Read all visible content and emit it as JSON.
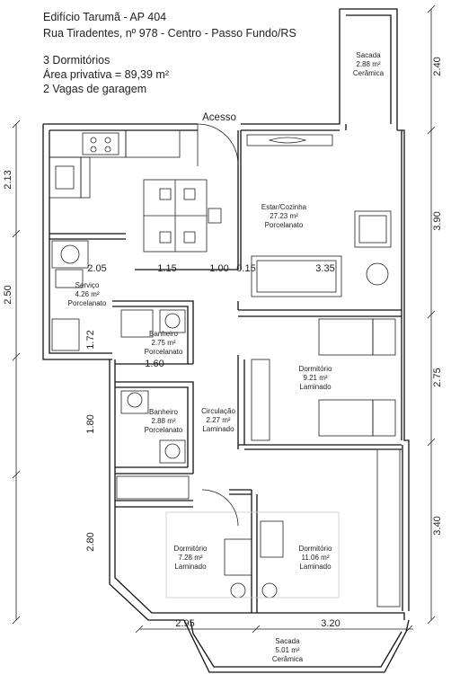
{
  "header": {
    "building": "Edifício Tarumã - AP 404",
    "address": "Rua Tiradentes, nº 978 - Centro - Passo Fundo/RS",
    "bedrooms": "3 Dormitórios",
    "area": "Área privativa = 89,39 m²",
    "parking": "2 Vagas de garagem"
  },
  "access_label": "Acesso",
  "rooms": {
    "sacada_top": {
      "name": "Sacada",
      "area": "2.88 m²",
      "finish": "Cerâmica"
    },
    "estar": {
      "name": "Estar/Cozinha",
      "area": "27.23 m²",
      "finish": "Porcelanato"
    },
    "servico": {
      "name": "Serviço",
      "area": "4.26 m²",
      "finish": "Porcelanato"
    },
    "banheiro1": {
      "name": "Banheiro",
      "area": "2.75 m²",
      "finish": "Porcelanato"
    },
    "dorm1": {
      "name": "Dormitório",
      "area": "9.21 m²",
      "finish": "Laminado"
    },
    "banheiro2": {
      "name": "Banheiro",
      "area": "2.88 m²",
      "finish": "Porcelanato"
    },
    "circulacao": {
      "name": "Circulação",
      "area": "2.27 m²",
      "finish": "Laminado"
    },
    "dorm2": {
      "name": "Dormitório",
      "area": "7.28 m²",
      "finish": "Laminado"
    },
    "dorm3": {
      "name": "Dormitório",
      "area": "11.06 m²",
      "finish": "Laminado"
    },
    "sacada_bottom": {
      "name": "Sacada",
      "area": "5.01 m²",
      "finish": "Cerâmica"
    }
  },
  "dimensions": {
    "left_2_13": "2.13",
    "left_2_50": "2.50",
    "left_1_80": "1.80",
    "left_2_80": "2.80",
    "inner_1_72": "1.72",
    "inner_1_60": "1.60",
    "inner_2_05": "2.05",
    "inner_1_15": "1.15",
    "inner_1_00": "1.00",
    "inner_0_15": "0.15",
    "inner_3_35": "3.35",
    "right_2_40": "2.40",
    "right_3_90": "3.90",
    "right_2_75": "2.75",
    "right_3_40": "3.40",
    "bottom_2_95": "2.95",
    "bottom_3_20": "3.20"
  }
}
